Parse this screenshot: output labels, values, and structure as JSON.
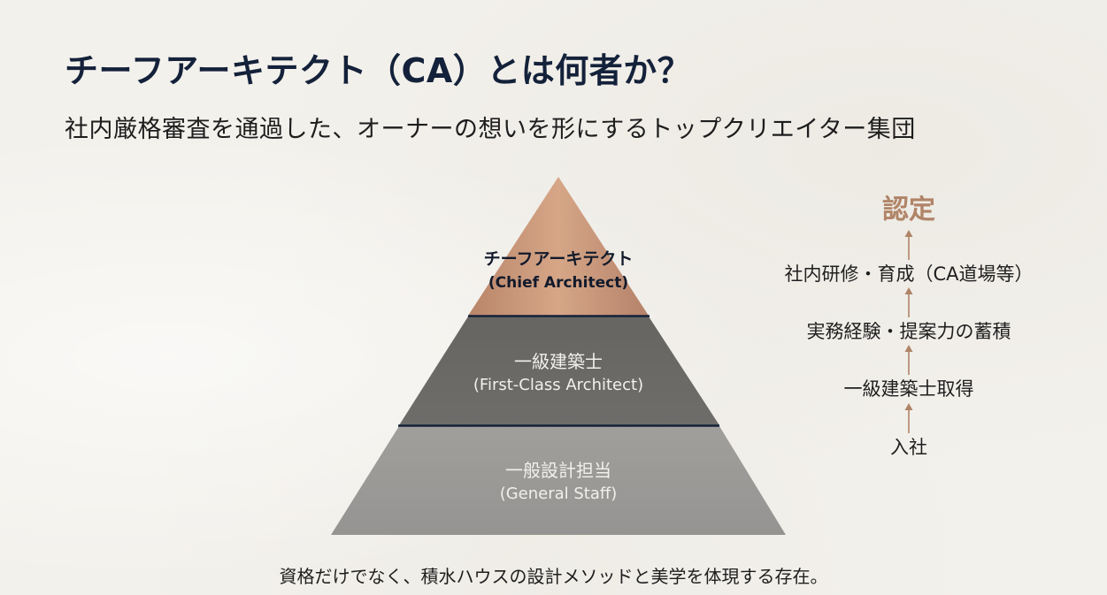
{
  "slide": {
    "title": "チーフアーキテクト（CA）とは何者か？",
    "subtitle": "社内厳格審査を通過した、オーナーの想いを形にするトップクリエイター集団",
    "footer": "資格だけでなく、積水ハウスの設計メソッドと美学を体現する存在。"
  },
  "pyramid": {
    "tiers": [
      {
        "level": "top",
        "label_ja": "チーフアーキテクト",
        "label_en": "(Chief Architect)",
        "color": "#c9977a"
      },
      {
        "level": "middle",
        "label_ja": "一級建築士",
        "label_en": "(First-Class Architect)",
        "color": "#6b6966"
      },
      {
        "level": "base",
        "label_ja": "一般設計担当",
        "label_en": "(General Staff)",
        "color": "#9a9997"
      }
    ],
    "divider_color": "#14213a"
  },
  "career_flow": {
    "goal": "認定",
    "steps": [
      "社内研修・育成（CA道場等）",
      "実務経験・提案力の蓄積",
      "一級建築士取得",
      "入社"
    ],
    "arrow_icon": "up-arrow-icon",
    "accent_color": "#b08468"
  },
  "colors": {
    "background": "#f3f1ec",
    "title": "#14213a",
    "text": "#1e1e1e"
  }
}
